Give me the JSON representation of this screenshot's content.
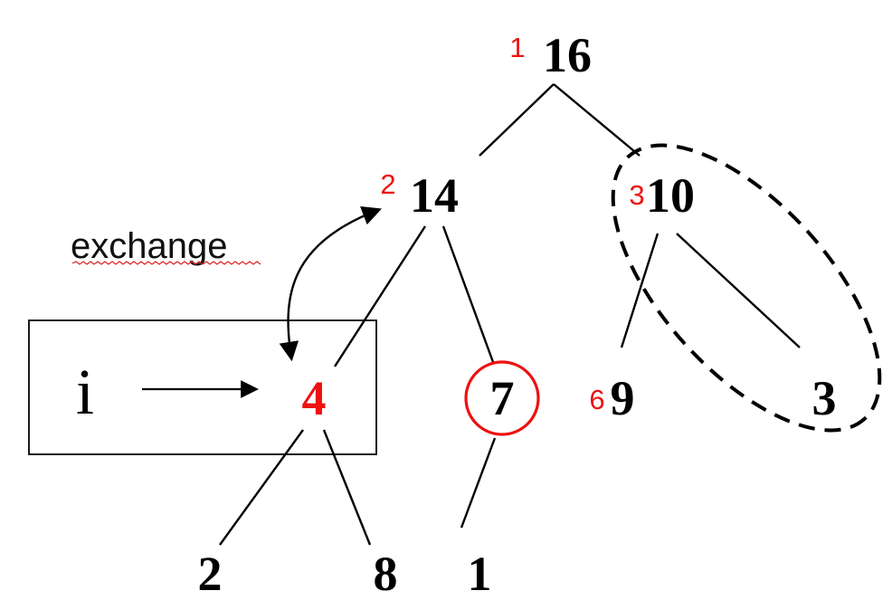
{
  "diagram": {
    "colors": {
      "ink": "#000000",
      "highlight": "#ee1111",
      "spellcheck": "#dd2222"
    },
    "nodes": [
      {
        "id": "n16",
        "value": "16",
        "index": "1"
      },
      {
        "id": "n14",
        "value": "14",
        "index": "2"
      },
      {
        "id": "n10",
        "value": "10",
        "index": "3"
      },
      {
        "id": "n4",
        "value": "4",
        "index": "",
        "highlight": true
      },
      {
        "id": "n7",
        "value": "7",
        "index": ""
      },
      {
        "id": "n9",
        "value": "9",
        "index": "6"
      },
      {
        "id": "n3",
        "value": "3",
        "index": ""
      },
      {
        "id": "n2",
        "value": "2",
        "index": ""
      },
      {
        "id": "n8",
        "value": "8",
        "index": ""
      },
      {
        "id": "n1",
        "value": "1",
        "index": ""
      }
    ],
    "edges": [
      [
        "n16",
        "n14"
      ],
      [
        "n16",
        "n10"
      ],
      [
        "n14",
        "n4"
      ],
      [
        "n14",
        "n7"
      ],
      [
        "n10",
        "n9"
      ],
      [
        "n10",
        "n3"
      ],
      [
        "n4",
        "n2"
      ],
      [
        "n4",
        "n8"
      ],
      [
        "n7",
        "n1"
      ]
    ],
    "annotations": {
      "exchange_label": "exchange",
      "pointer_label": "i",
      "circled_node": "n7",
      "dashed_subtree_root": "n10",
      "boxed_node": "n4",
      "exchange_between": [
        "n4",
        "n14"
      ]
    }
  }
}
